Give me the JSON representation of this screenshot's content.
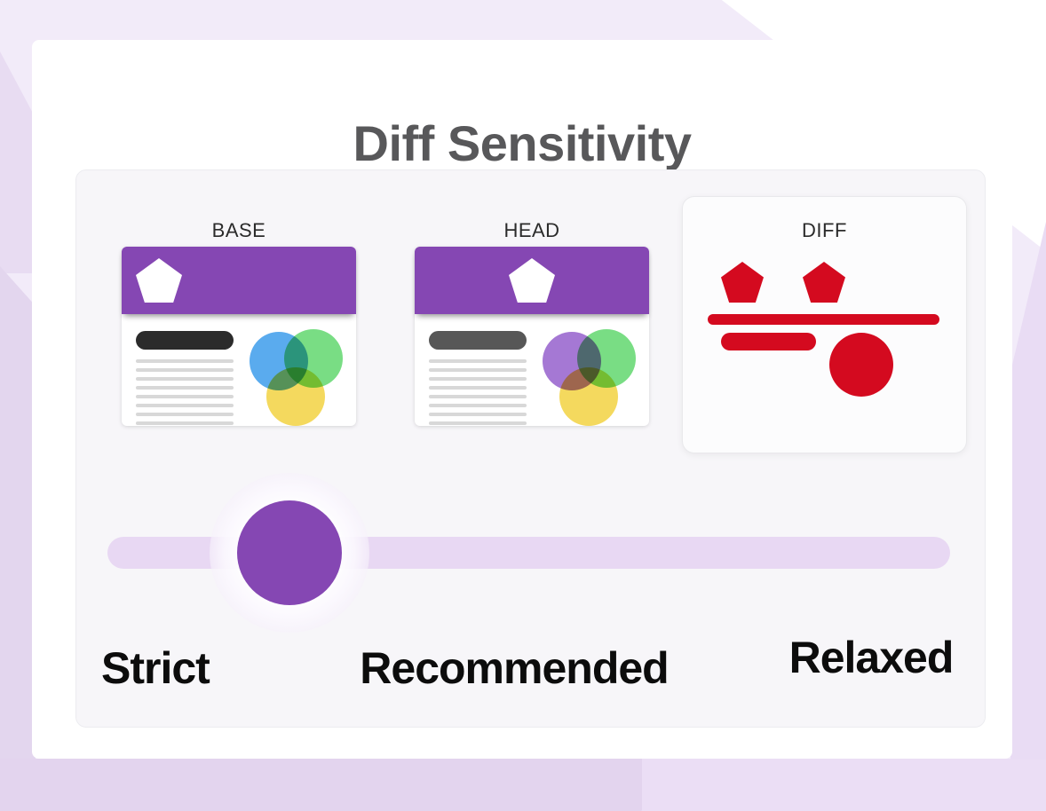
{
  "title": "Diff Sensitivity",
  "panel": {
    "columns": [
      {
        "id": "base",
        "label": "BASE"
      },
      {
        "id": "head",
        "label": "HEAD"
      },
      {
        "id": "diff",
        "label": "DIFF"
      }
    ]
  },
  "slider": {
    "labels": [
      {
        "id": "strict",
        "label": "Strict"
      },
      {
        "id": "recommended",
        "label": "Recommended"
      },
      {
        "id": "relaxed",
        "label": "Relaxed"
      }
    ],
    "thumb_position_fraction": 0.205
  },
  "colors": {
    "accent_purple": "#8547b3",
    "diff_red": "#d40a1f",
    "track_lavender": "#e8d8f3",
    "panel_gray": "#f7f6f9",
    "title_gray": "#58585a",
    "venn_blue": "#5aabee",
    "venn_green": "#79dd84",
    "venn_yellow": "#f4d95e",
    "venn_purple": "#a578d4",
    "skeleton_gray": "#d8d8d8",
    "base_pill_black": "#2b2b2b",
    "head_pill_gray": "#575757",
    "background_lavender": "#f2ebf9"
  }
}
